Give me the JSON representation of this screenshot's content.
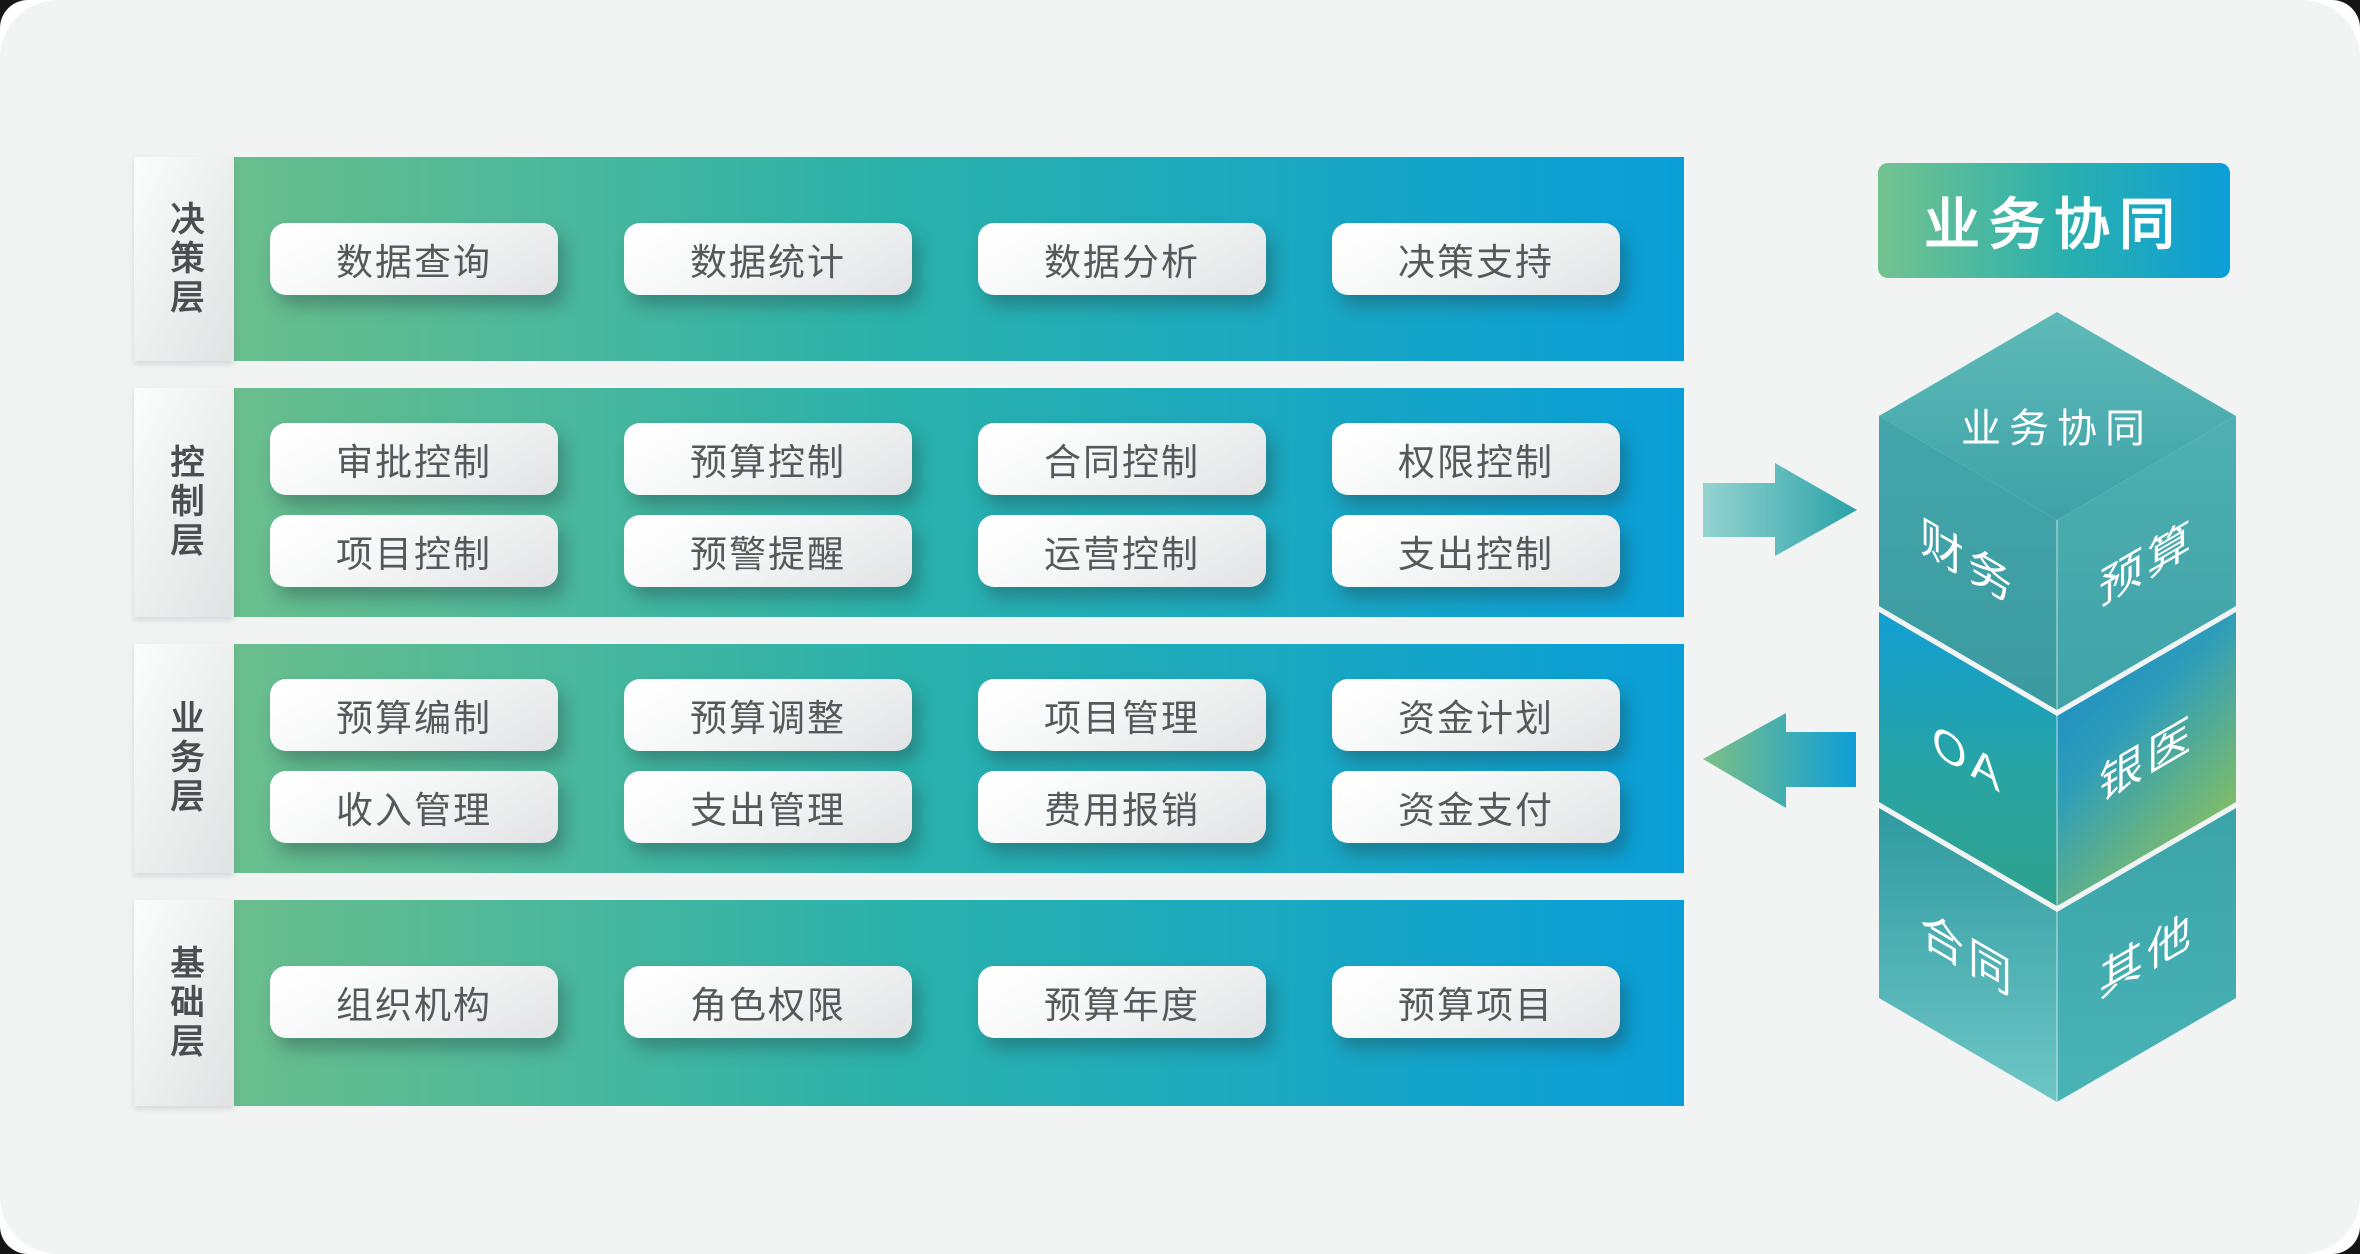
{
  "layers": [
    {
      "label": "决策层",
      "rows": [
        [
          "数据查询",
          "数据统计",
          "数据分析",
          "决策支持"
        ]
      ]
    },
    {
      "label": "控制层",
      "rows": [
        [
          "审批控制",
          "预算控制",
          "合同控制",
          "权限控制"
        ],
        [
          "项目控制",
          "预警提醒",
          "运营控制",
          "支出控制"
        ]
      ]
    },
    {
      "label": "业务层",
      "rows": [
        [
          "预算编制",
          "预算调整",
          "项目管理",
          "资金计划"
        ],
        [
          "收入管理",
          "支出管理",
          "费用报销",
          "资金支付"
        ]
      ]
    },
    {
      "label": "基础层",
      "rows": [
        [
          "组织机构",
          "角色权限",
          "预算年度",
          "预算项目"
        ]
      ]
    }
  ],
  "collaboration": {
    "title_label": "业务协同",
    "cube_top_label": "业务协同",
    "faces": {
      "tier1_left": "财务",
      "tier1_right": "预算",
      "tier2_left": "OA",
      "tier2_right": "银医",
      "tier3_left": "合同",
      "tier3_right": "其他"
    }
  },
  "icons": {
    "arrow_right": "right-arrow",
    "arrow_left": "left-arrow"
  },
  "colors": {
    "canvas_bg": "#f2f4f4",
    "band_green": "#6abe8d",
    "band_teal": "#2ab1ab",
    "band_blue": "#0a9ed8",
    "button_text": "#56595b",
    "label_text": "#4b4e50",
    "cube_teal": "#3fa3a8",
    "cube_blue": "#1484c9",
    "cube_yellow_green": "#8ec25b",
    "title_text": "#ffffff"
  }
}
